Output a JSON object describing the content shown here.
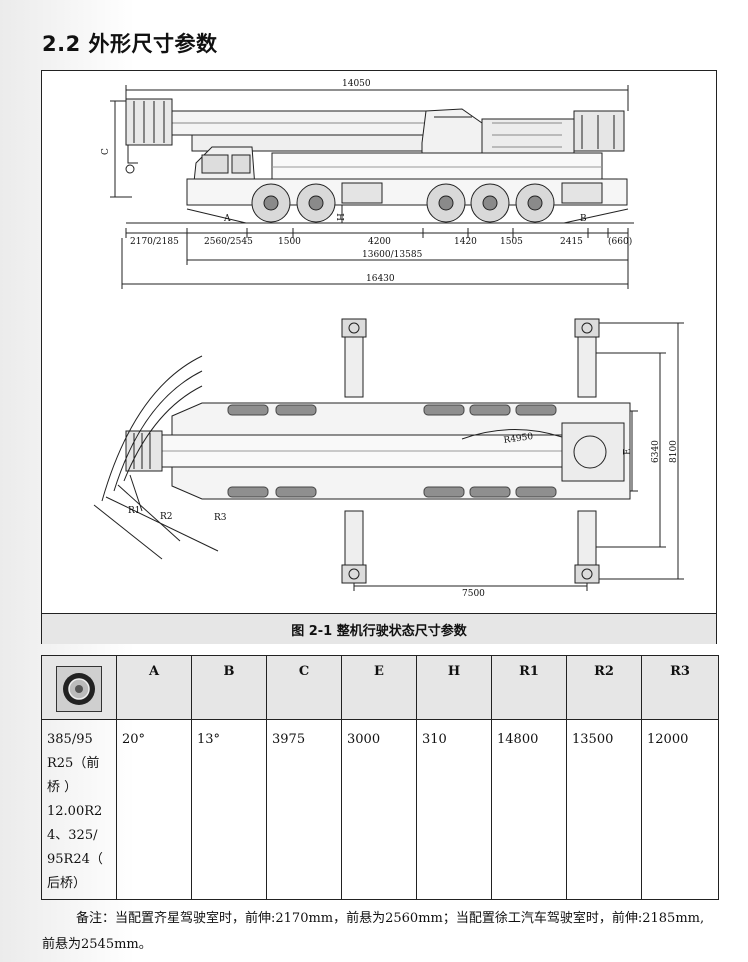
{
  "section": {
    "title": "2.2 外形尺寸参数"
  },
  "figure": {
    "caption": "图 2-1 整机行驶状态尺寸参数",
    "side_view": {
      "top_dimension": "14050",
      "chain": [
        "2170/2185",
        "2560/2545",
        "1500",
        "4200",
        "1420",
        "1505",
        "2415",
        "(660)"
      ],
      "wheelbase_total": "13600/13585",
      "overall_length": "16430",
      "angle_labels": [
        "A",
        "B"
      ],
      "height_labels": [
        "C",
        "H"
      ]
    },
    "top_view": {
      "outrigger_span": "7500",
      "width_inner": "6340",
      "width_outer": "8100",
      "label_e": "E",
      "radius_note": "R4950",
      "radius_labels": [
        "R1",
        "R2",
        "R3"
      ]
    }
  },
  "table": {
    "headers": [
      "A",
      "B",
      "C",
      "E",
      "H",
      "R1",
      "R2",
      "R3"
    ],
    "tire_icon": "tire-icon",
    "tire_lines": [
      "385/95",
      "R25（前",
      "桥 ）",
      "12.00R2",
      "4、325/",
      "95R24（",
      "后桥）"
    ],
    "values": [
      "20°",
      "13°",
      "3975",
      "3000",
      "310",
      "14800",
      "13500",
      "12000"
    ]
  },
  "note": {
    "text": "备注：当配置齐星驾驶室时，前伸:2170mm，前悬为2560mm；当配置徐工汽车驾驶室时，前伸:2185mm, 前悬为2545mm。"
  }
}
